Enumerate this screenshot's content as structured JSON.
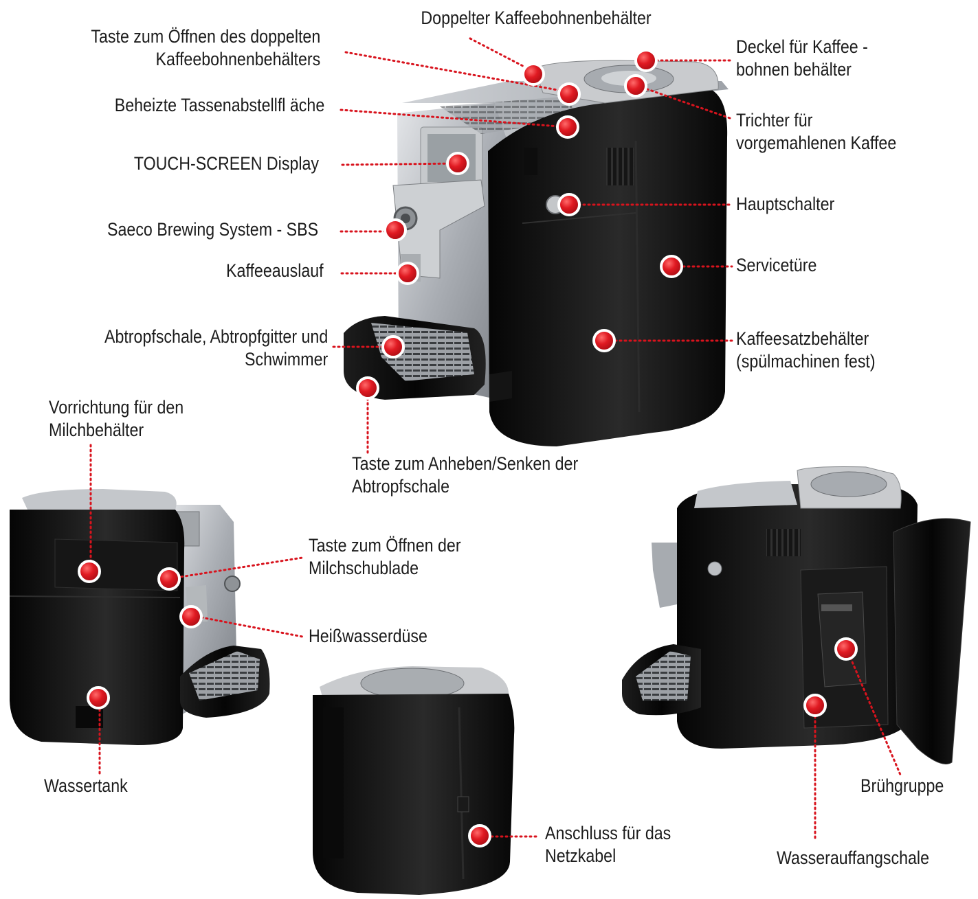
{
  "colors": {
    "marker": "#d8131d",
    "leader": "#d8131d",
    "body": "#111111",
    "silver": "#b3b6bb",
    "text": "#1c1c1c"
  },
  "labels": {
    "doppelter_behaelter": [
      "Doppelter Kaffeebohnenbehälter"
    ],
    "taste_doppelter_behaelter": [
      "Taste zum Öffnen des doppelten",
      "Kaffeebohnenbehälters"
    ],
    "deckel": [
      "Deckel für Kaffee -",
      "bohnen behälter"
    ],
    "tassenabstellflaeche": [
      "Beheizte Tassenabstellfl äche"
    ],
    "trichter": [
      "Trichter für",
      "vorgemahlenen Kaffee"
    ],
    "touch_screen": [
      "TOUCH-SCREEN Display"
    ],
    "hauptschalter": [
      "Hauptschalter"
    ],
    "sbs": [
      "Saeco Brewing System - SBS"
    ],
    "kaffeeauslauf": [
      "Kaffeeauslauf"
    ],
    "servicetuere": [
      "Servicetüre"
    ],
    "abtropfschale": [
      "Abtropfschale, Abtropfgitter und",
      "Schwimmer"
    ],
    "kaffeesatzbehaelter": [
      "Kaffeesatzbehälter",
      "(spülmachinen fest)"
    ],
    "milchbehaelter_vorrichtung": [
      "Vorrichtung für den",
      "Milchbehälter"
    ],
    "taste_abtropfschale": [
      "Taste zum Anheben/Senken der",
      "Abtropfschale"
    ],
    "taste_milchschublade": [
      "Taste zum Öffnen der",
      "Milchschublade"
    ],
    "heisswasserduese": [
      "Heißwasserdüse"
    ],
    "wassertank": [
      "Wassertank"
    ],
    "bruehgruppe": [
      "Brühgruppe"
    ],
    "netzkabel": [
      "Anschluss für das",
      "Netzkabel"
    ],
    "wasserauffangschale": [
      "Wasserauffangschale"
    ]
  }
}
